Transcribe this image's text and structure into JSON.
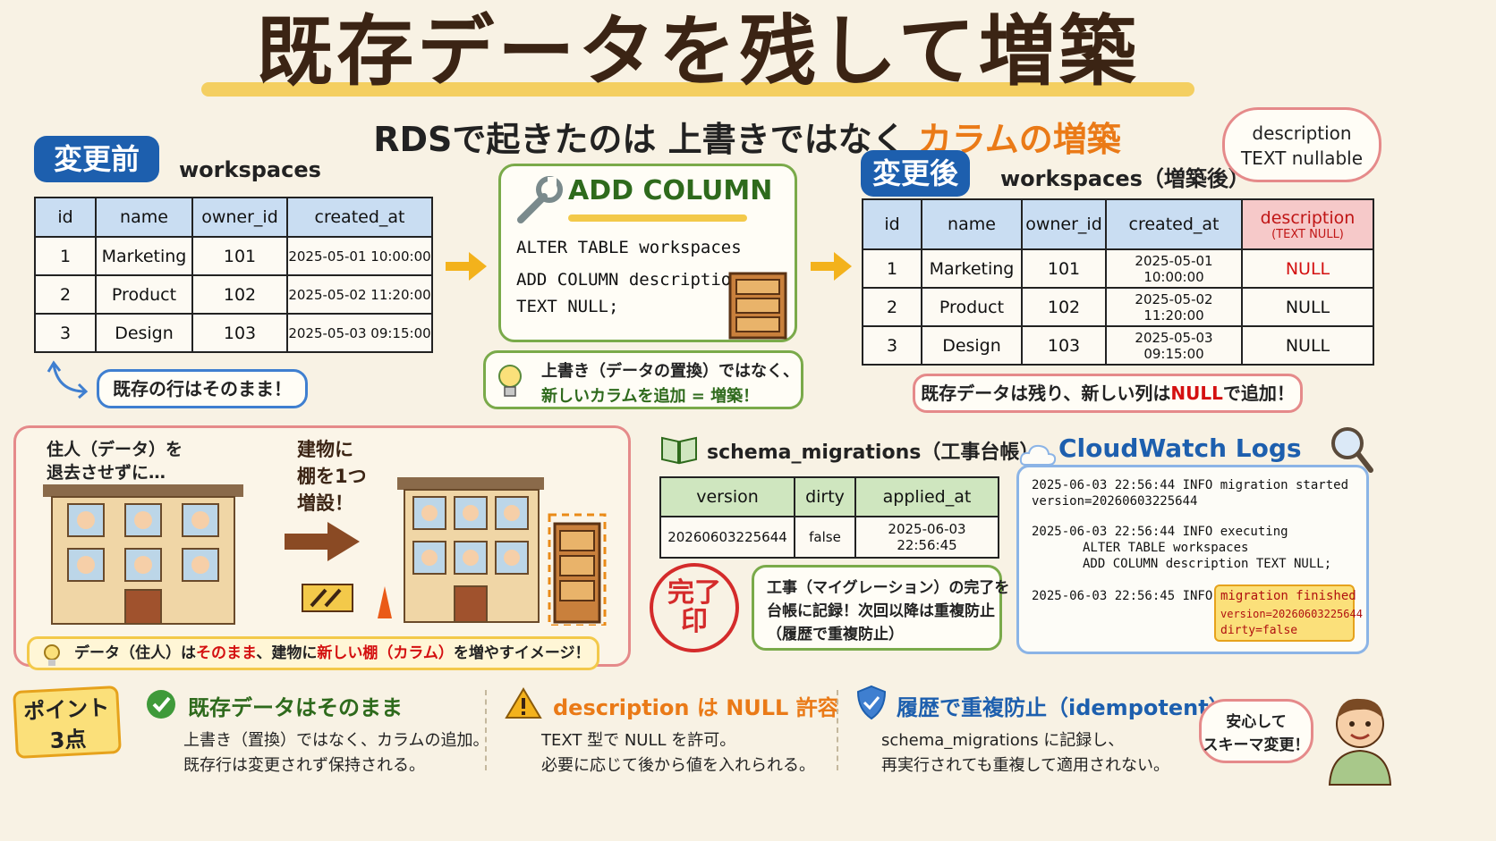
{
  "title": "既存データを残して増築",
  "subtitle": {
    "main": "RDSで起きたのは 上書きではなく ",
    "accent": "カラムの増築"
  },
  "colors": {
    "blue": "#1d5fae",
    "green": "#2e6a1c",
    "orange": "#ea7a17",
    "red": "#d41010",
    "yellow": "#f3c94a"
  },
  "before": {
    "label": "変更前",
    "table_name": "workspaces",
    "columns": [
      "id",
      "name",
      "owner_id",
      "created_at"
    ],
    "rows": [
      [
        "1",
        "Marketing",
        "101",
        "2025-05-01 10:00:00"
      ],
      [
        "2",
        "Product",
        "102",
        "2025-05-02 11:20:00"
      ],
      [
        "3",
        "Design",
        "103",
        "2025-05-03 09:15:00"
      ]
    ],
    "note": "既存の行はそのまま！"
  },
  "sql": {
    "title": "ADD COLUMN",
    "lines": [
      "ALTER TABLE workspaces",
      "ADD COLUMN description",
      "TEXT NULL;"
    ],
    "note_line1": "上書き（データの置換）ではなく、",
    "note_line2": "新しいカラムを追加 = 増築！"
  },
  "after": {
    "label": "変更後",
    "table_name": "workspaces（増築後）",
    "columns": [
      "id",
      "name",
      "owner_id",
      "created_at"
    ],
    "new_column": {
      "name": "description",
      "sub": "(TEXT NULL)"
    },
    "rows": [
      [
        "1",
        "Marketing",
        "101",
        "2025-05-01 10:00:00",
        "NULL"
      ],
      [
        "2",
        "Product",
        "102",
        "2025-05-02 11:20:00",
        "NULL"
      ],
      [
        "3",
        "Design",
        "103",
        "2025-05-03 09:15:00",
        "NULL"
      ]
    ],
    "note_pre": "既存データは残り、新しい列は",
    "note_null": "NULL",
    "note_post": "で追加！",
    "cloud_line1": "description",
    "cloud_line2": "TEXT nullable"
  },
  "building": {
    "caption1_line1": "住人（データ）を",
    "caption1_line2": "退去させずに…",
    "caption2_line1": "建物に",
    "caption2_line2": "棚を1つ",
    "caption2_line3": "増設！",
    "note_parts": [
      "データ（住人）は",
      "そのまま",
      "、建物に",
      "新しい棚（カラム）",
      "を増やすイメージ！"
    ]
  },
  "schema_migrations": {
    "title": "schema_migrations（工事台帳）",
    "columns": [
      "version",
      "dirty",
      "applied_at"
    ],
    "row": [
      "20260603225644",
      "false",
      "2025-06-03 22:56:45"
    ],
    "stamp_line1": "完了",
    "stamp_line2": "印",
    "note_lines": [
      "工事（マイグレーション）の完了を",
      "台帳に記録！次回以降は重複防止",
      "（履歴で重複防止）"
    ]
  },
  "cloudwatch": {
    "title": "CloudWatch Logs",
    "lines": [
      "2025-06-03 22:56:44  INFO   migration started",
      "version=20260603225644",
      "2025-06-03 22:56:44  INFO   executing",
      "ALTER TABLE workspaces",
      "ADD COLUMN description TEXT NULL;",
      "2025-06-03 22:56:45  INFO"
    ],
    "hl_lines": [
      "migration finished",
      "version=20260603225644",
      "dirty=false"
    ]
  },
  "points": {
    "badge_line1": "ポイント",
    "badge_line2": "3点",
    "items": [
      {
        "head": "既存データはそのまま",
        "line1": "上書き（置換）ではなく、カラムの追加。",
        "line2": "既存行は変更されず保持される。"
      },
      {
        "head": "description は NULL 許容",
        "line1": "TEXT 型で NULL を許可。",
        "line2": "必要に応じて後から値を入れられる。"
      },
      {
        "head": "履歴で重複防止（idempotent）",
        "line1": "schema_migrations に記録し、",
        "line2": "再実行されても重複して適用されない。"
      }
    ],
    "bubble_line1": "安心して",
    "bubble_line2": "スキーマ変更！"
  }
}
